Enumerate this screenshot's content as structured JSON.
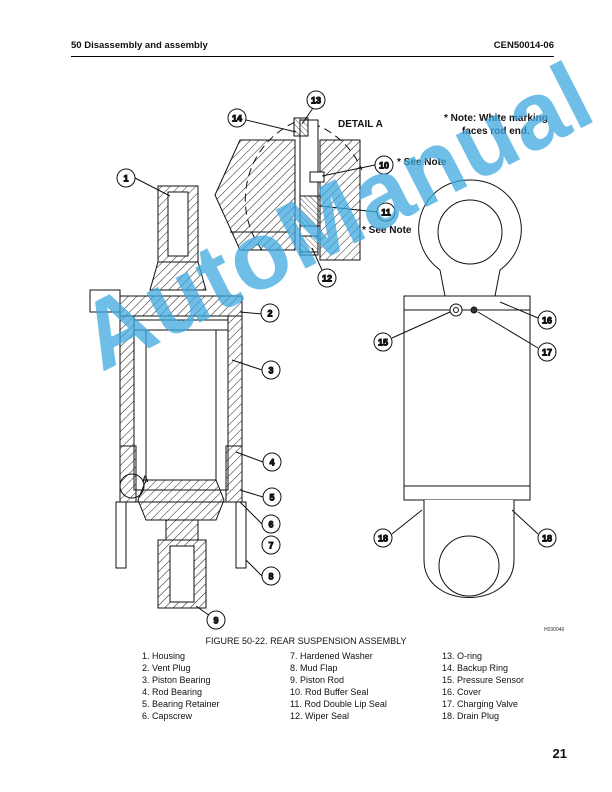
{
  "header": {
    "left": "50 Disassembly and assembly",
    "right": "CEN50014-06"
  },
  "figure": {
    "detail_label": "DETAIL A",
    "note_line1": "* Note: White marking",
    "note_line2": "faces rod end.",
    "see_note_1": "* See Note",
    "see_note_2": "* See Note",
    "detail_callout_a": "A",
    "image_code": "H030046",
    "callouts": [
      "1",
      "2",
      "3",
      "4",
      "5",
      "6",
      "7",
      "8",
      "9",
      "10",
      "11",
      "12",
      "13",
      "14",
      "15",
      "16",
      "17",
      "18",
      "18"
    ],
    "caption": "FIGURE 50-22. REAR SUSPENSION ASSEMBLY"
  },
  "legend": {
    "col1": [
      "1. Housing",
      "2. Vent Plug",
      "3. Piston Bearing",
      "4. Rod Bearing",
      "5. Bearing Retainer",
      "6. Capscrew"
    ],
    "col2": [
      "7. Hardened Washer",
      "8. Mud Flap",
      "9. Piston Rod",
      "10. Rod Buffer Seal",
      "11. Rod Double Lip Seal",
      "12. Wiper Seal"
    ],
    "col3": [
      "13. O-ring",
      "14. Backup Ring",
      "15. Pressure Sensor",
      "16. Cover",
      "17. Charging Valve",
      "18. Drain Plug"
    ]
  },
  "page_number": "21",
  "watermark": "AutoManual"
}
